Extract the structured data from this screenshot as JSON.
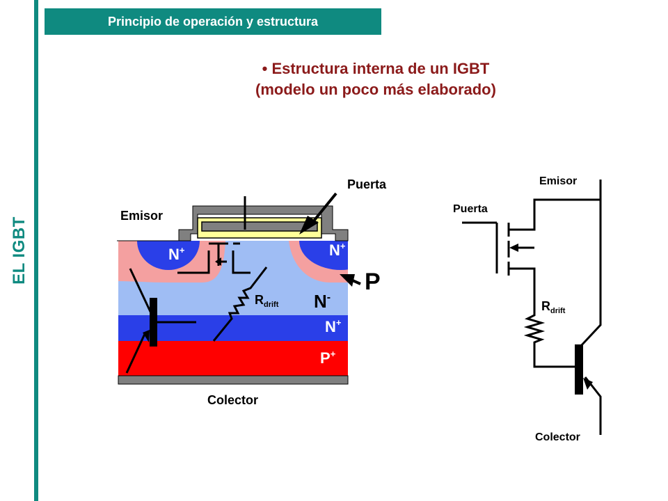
{
  "sidebar": {
    "label": "EL IGBT"
  },
  "header": {
    "title": "Principio de operación y estructura"
  },
  "subtitle": {
    "bullet": "•",
    "line1": "Estructura interna de un IGBT",
    "line2": "(modelo un poco más elaborado)"
  },
  "left_diagram": {
    "gate_label": "Puerta",
    "emitter_label": "Emisor",
    "collector_label": "Colector",
    "n_plus_left": "N",
    "n_plus_right": "N",
    "n_minus": "N",
    "n_plus_buffer": "N",
    "p_plus": "P",
    "p_label": "P",
    "plus_sign": "+",
    "minus_sign": "-",
    "rdrift_main": "R",
    "rdrift_sub": "drift"
  },
  "right_circuit": {
    "emitter_label": "Emisor",
    "gate_label": "Puerta",
    "collector_label": "Colector",
    "rdrift_main": "R",
    "rdrift_sub": "drift"
  },
  "colors": {
    "teal": "#0f8a80",
    "title_red": "#8b1a1a",
    "n_plus_blue": "#2a3fe8",
    "n_minus_lightblue": "#9fbdf4",
    "p_plus_red": "#ff0000",
    "p_pink": "#f4a0a0",
    "contact_gray": "#808080",
    "gate_yellow": "#ffff99"
  }
}
